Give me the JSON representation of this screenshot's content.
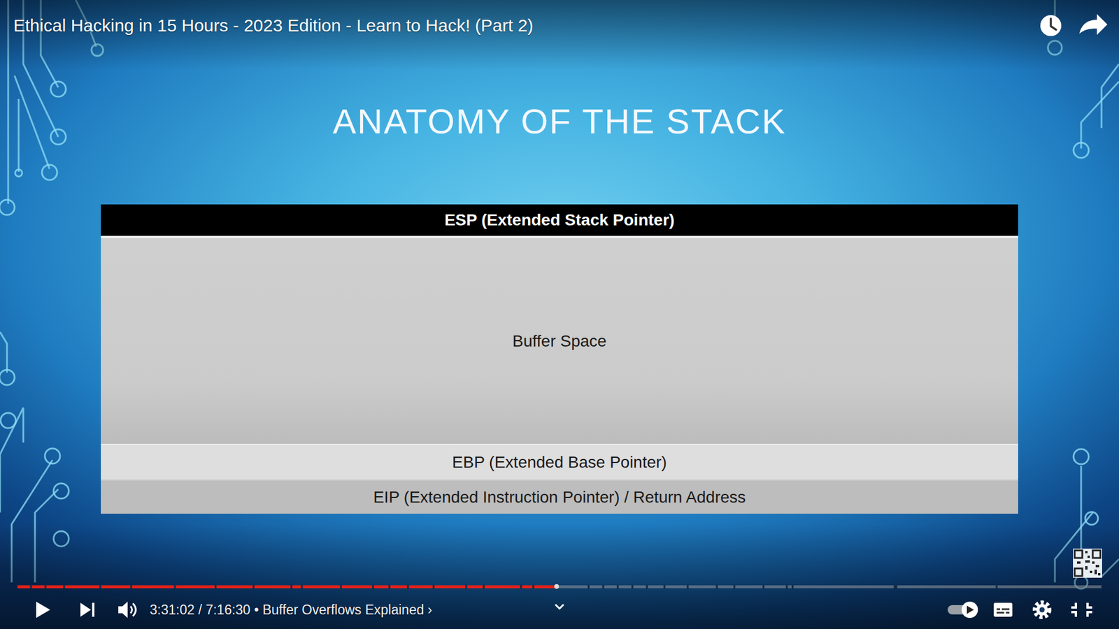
{
  "diagram": {
    "title": "ANATOMY OF THE STACK",
    "nodes": [
      {
        "text": [
          "ESP (Extended Stack Pointer)"
        ]
      },
      {
        "text": [
          "Buffer Space"
        ]
      },
      {
        "text": [
          "EBP (Extended Base Pointer)"
        ]
      },
      {
        "text": [
          "EIP (Extended Instruction Pointer) / Return Address"
        ]
      }
    ],
    "labels": [
      "Ethical Hacking in 15 Hours - 2023 Edition - Learn to Hack! (Part 2)",
      "3:31:02 / 7:16:30 • Buffer Overflows Explained ›"
    ]
  }
}
